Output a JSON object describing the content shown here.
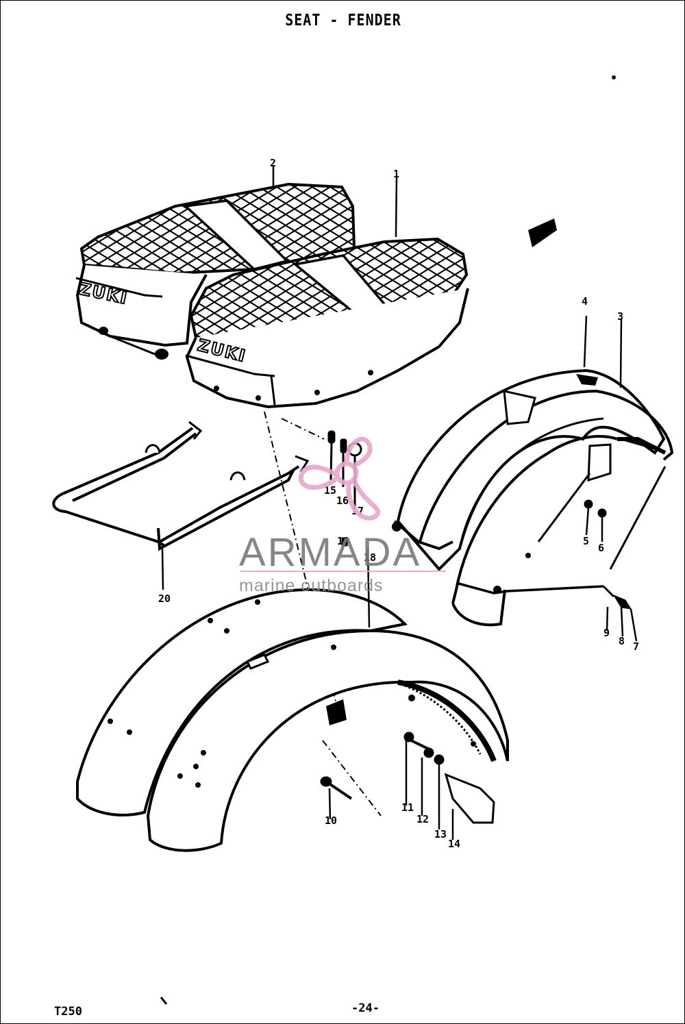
{
  "header": {
    "title": "SEAT - FENDER"
  },
  "footer": {
    "model": "T250",
    "page_number": "-24-"
  },
  "callouts": [
    "1",
    "2",
    "3",
    "4",
    "5",
    "6",
    "7",
    "8",
    "9",
    "10",
    "11",
    "12",
    "13",
    "14",
    "15",
    "16",
    "17",
    "18",
    "19",
    "20"
  ],
  "watermark": {
    "brand": "ARMADA",
    "tagline": "marine outboards",
    "color": "#e7a6cc"
  }
}
